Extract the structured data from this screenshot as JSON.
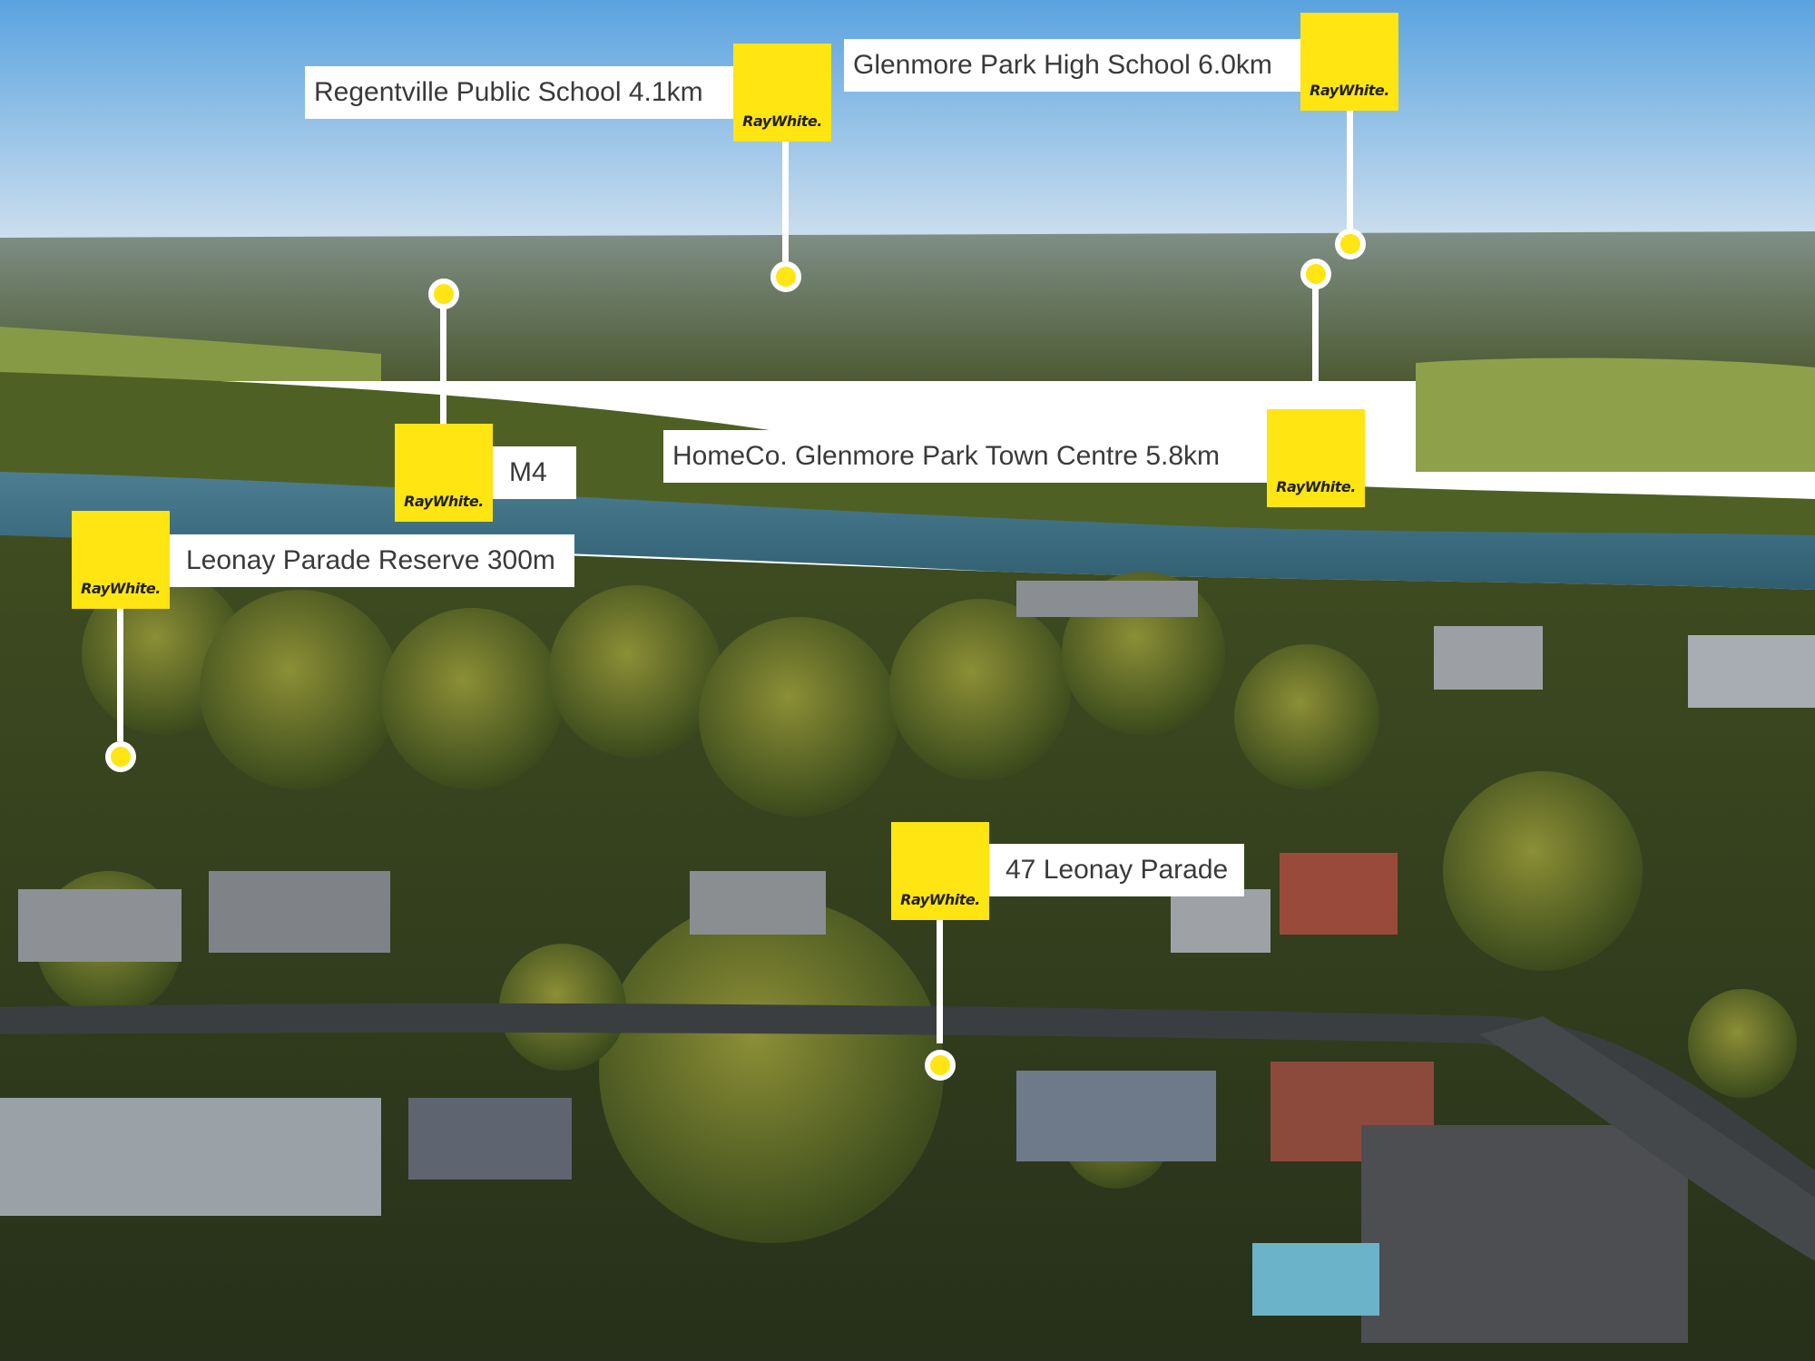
{
  "photo": {
    "sky_top": "#5aa3e0",
    "sky_bottom": "#c9dcec",
    "river": "#3e6f86",
    "foliage_dark": "#2f3d1c",
    "foliage_mid": "#56642a",
    "grass": "#8ea04a"
  },
  "brand": {
    "yellow": "#ffe512",
    "logo_text": "RayWhite."
  },
  "callouts": {
    "regentville": {
      "label": "Regentville Public School 4.1km"
    },
    "glenmore_high": {
      "label": "Glenmore Park High School 6.0km"
    },
    "m4": {
      "label": "M4"
    },
    "homeco": {
      "label": "HomeCo. Glenmore Park Town Centre 5.8km"
    },
    "leonay_reserve": {
      "label": "Leonay Parade Reserve 300m"
    },
    "property": {
      "label": "47 Leonay Parade"
    }
  }
}
